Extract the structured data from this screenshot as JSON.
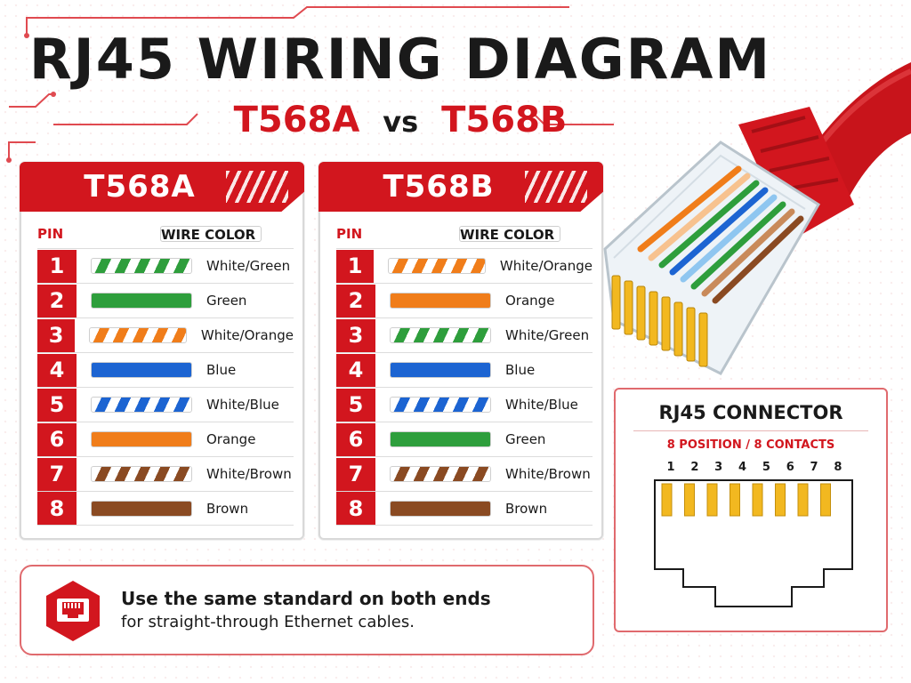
{
  "header": {
    "title": "RJ45 WIRING DIAGRAM",
    "sub_left": "T568A",
    "sub_vs": "vs",
    "sub_right": "T568B"
  },
  "columns": {
    "pin": "PIN",
    "wire": "WIRE COLOR"
  },
  "t568a": {
    "title": "T568A",
    "rows": [
      {
        "pin": "1",
        "label": "White/Green",
        "color": "#2e9e3c",
        "striped": true
      },
      {
        "pin": "2",
        "label": "Green",
        "color": "#2e9e3c",
        "striped": false
      },
      {
        "pin": "3",
        "label": "White/Orange",
        "color": "#f07d1a",
        "striped": true
      },
      {
        "pin": "4",
        "label": "Blue",
        "color": "#1c64d2",
        "striped": false
      },
      {
        "pin": "5",
        "label": "White/Blue",
        "color": "#1c64d2",
        "striped": true
      },
      {
        "pin": "6",
        "label": "Orange",
        "color": "#f07d1a",
        "striped": false
      },
      {
        "pin": "7",
        "label": "White/Brown",
        "color": "#8a4a22",
        "striped": true
      },
      {
        "pin": "8",
        "label": "Brown",
        "color": "#8a4a22",
        "striped": false
      }
    ]
  },
  "t568b": {
    "title": "T568B",
    "rows": [
      {
        "pin": "1",
        "label": "White/Orange",
        "color": "#f07d1a",
        "striped": true
      },
      {
        "pin": "2",
        "label": "Orange",
        "color": "#f07d1a",
        "striped": false
      },
      {
        "pin": "3",
        "label": "White/Green",
        "color": "#2e9e3c",
        "striped": true
      },
      {
        "pin": "4",
        "label": "Blue",
        "color": "#1c64d2",
        "striped": false
      },
      {
        "pin": "5",
        "label": "White/Blue",
        "color": "#1c64d2",
        "striped": true
      },
      {
        "pin": "6",
        "label": "Green",
        "color": "#2e9e3c",
        "striped": false
      },
      {
        "pin": "7",
        "label": "White/Brown",
        "color": "#8a4a22",
        "striped": true
      },
      {
        "pin": "8",
        "label": "Brown",
        "color": "#8a4a22",
        "striped": false
      }
    ]
  },
  "note": {
    "line1": "Use the same standard on both ends",
    "line2": "for straight-through Ethernet cables.",
    "icon": "ethernet-port-icon"
  },
  "connector": {
    "title": "RJ45 CONNECTOR",
    "subtitle": "8 POSITION / 8 CONTACTS",
    "pins": [
      "1",
      "2",
      "3",
      "4",
      "5",
      "6",
      "7",
      "8"
    ]
  },
  "colors": {
    "accent": "#d2161e",
    "contact_gold": "#f2b820"
  }
}
